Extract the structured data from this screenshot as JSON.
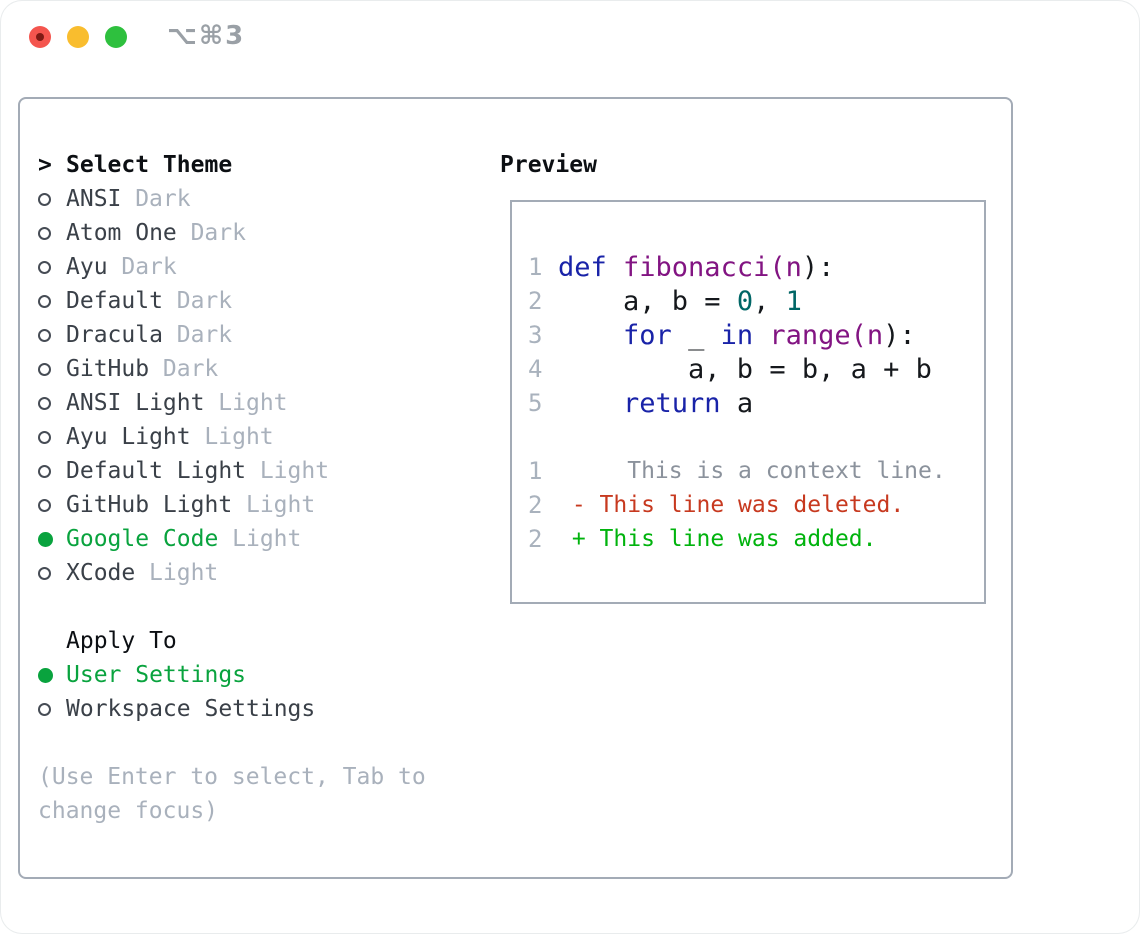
{
  "window": {
    "title": "⌥⌘3"
  },
  "theme_list": {
    "header_prefix": ">",
    "header": "Select Theme",
    "items": [
      {
        "name": "ANSI",
        "variant": "Dark",
        "selected": false
      },
      {
        "name": "Atom One",
        "variant": "Dark",
        "selected": false
      },
      {
        "name": "Ayu",
        "variant": "Dark",
        "selected": false
      },
      {
        "name": "Default",
        "variant": "Dark",
        "selected": false
      },
      {
        "name": "Dracula",
        "variant": "Dark",
        "selected": false
      },
      {
        "name": "GitHub",
        "variant": "Dark",
        "selected": false
      },
      {
        "name": "ANSI Light",
        "variant": "Light",
        "selected": false
      },
      {
        "name": "Ayu Light",
        "variant": "Light",
        "selected": false
      },
      {
        "name": "Default Light",
        "variant": "Light",
        "selected": false
      },
      {
        "name": "GitHub Light",
        "variant": "Light",
        "selected": false
      },
      {
        "name": "Google Code",
        "variant": "Light",
        "selected": true
      },
      {
        "name": "XCode",
        "variant": "Light",
        "selected": false
      }
    ]
  },
  "apply_to": {
    "header": "Apply To",
    "options": [
      {
        "name": "User Settings",
        "selected": true
      },
      {
        "name": "Workspace Settings",
        "selected": false
      }
    ]
  },
  "help_text": [
    "(Use Enter to select, Tab to",
    "change focus)"
  ],
  "preview": {
    "header": "Preview",
    "code_lines": [
      {
        "num": "1",
        "segments": [
          {
            "text": "def ",
            "style": "kwd"
          },
          {
            "text": "fibonacci(n",
            "style": "fn"
          },
          {
            "text": "):",
            "style": "pln"
          }
        ]
      },
      {
        "num": "2",
        "segments": [
          {
            "text": "    a, b = ",
            "style": "pln"
          },
          {
            "text": "0",
            "style": "lit"
          },
          {
            "text": ", ",
            "style": "pln"
          },
          {
            "text": "1",
            "style": "lit"
          }
        ]
      },
      {
        "num": "3",
        "segments": [
          {
            "text": "    ",
            "style": "pln"
          },
          {
            "text": "for",
            "style": "kwd"
          },
          {
            "text": " _ ",
            "style": "pln"
          },
          {
            "text": "in",
            "style": "kwd"
          },
          {
            "text": " ",
            "style": "pln"
          },
          {
            "text": "range(n",
            "style": "fn"
          },
          {
            "text": "):",
            "style": "pln"
          }
        ]
      },
      {
        "num": "4",
        "segments": [
          {
            "text": "        a, b = b, a + b",
            "style": "pln"
          }
        ]
      },
      {
        "num": "5",
        "segments": [
          {
            "text": "    ",
            "style": "pln"
          },
          {
            "text": "return",
            "style": "kwd"
          },
          {
            "text": " a",
            "style": "pln"
          }
        ]
      }
    ],
    "diff_lines": [
      {
        "num": "1",
        "text": "     This is a context line.",
        "style": "ctx"
      },
      {
        "num": "2",
        "text": " - This line was deleted.",
        "style": "del"
      },
      {
        "num": "2",
        "text": " + This line was added.",
        "style": "add"
      }
    ]
  },
  "colors": {
    "selection_green": "#09a33e",
    "syntax_keyword": "#1923a8",
    "syntax_function": "#821482",
    "syntax_literal": "#006666",
    "syntax_plain": "#15181c",
    "diff_deleted_red": "#c7391f",
    "diff_added_green": "#00b30d",
    "context_gray": "#8b929c",
    "line_number": "#a9b2bd",
    "text_primary": "#3a4048",
    "text_muted": "#a9b1bc",
    "text_heading": "#0c0f13",
    "border_gray": "#a3abb6",
    "title_gray": "#9aa0a6",
    "traffic_close": "#f4554e",
    "traffic_minimize": "#f9bd2e",
    "traffic_zoom": "#2ec03e"
  }
}
